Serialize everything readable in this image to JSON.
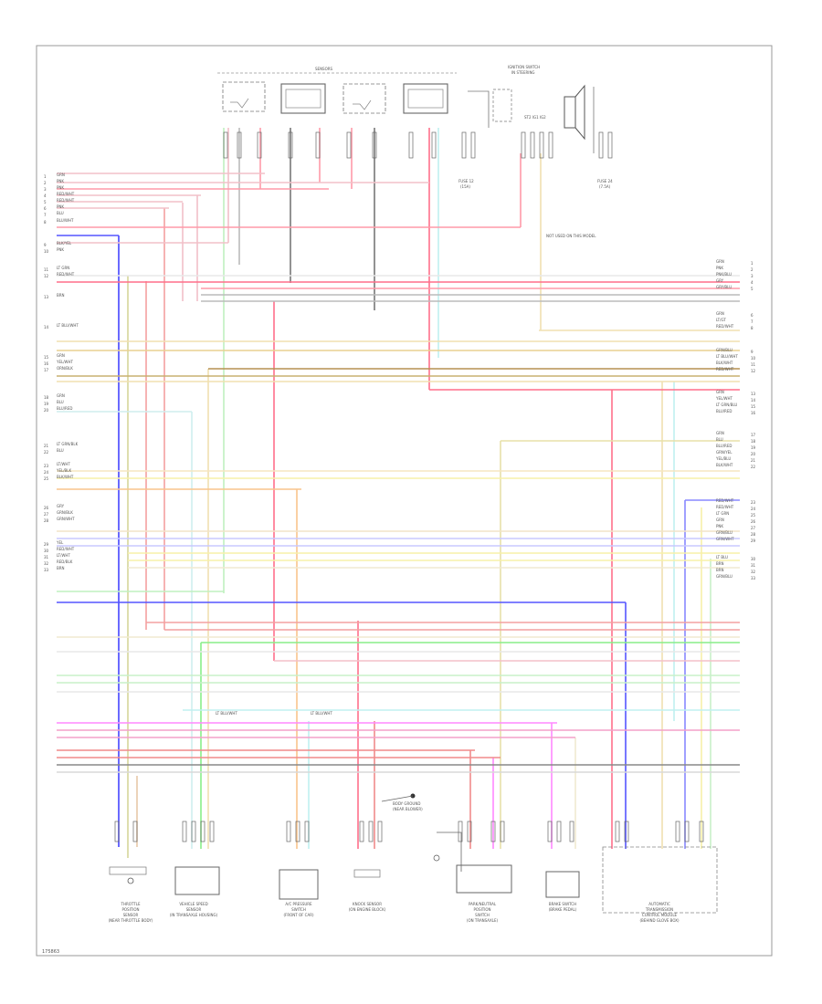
{
  "top": {
    "sensors_header": "SENSORS",
    "switch_header": "IGNITION SWITCH",
    "switch_sub": "IN STEERING",
    "switch_label_a": "ST2 IG1 IG2",
    "fuse_left": "FUSE 12",
    "fuse_left_sub": "(15A)",
    "fuse_right": "FUSE 24",
    "fuse_right_sub": "(7.5A)",
    "ground_note": "NOT USED ON THIS MODEL"
  },
  "left_wires": [
    {
      "n": "1",
      "label": "GRN",
      "color": "#f2c0c8"
    },
    {
      "n": "2",
      "label": "PNK",
      "color": "#f2c0c8"
    },
    {
      "n": "3",
      "label": "PNK",
      "color": "#f2c0c8"
    },
    {
      "n": "4",
      "label": "RED/WHT",
      "color": "#f2c0c8"
    },
    {
      "n": "5",
      "label": "RED/WHT",
      "color": "#f2c0c8"
    },
    {
      "n": "6",
      "label": "PNK",
      "color": "#f2c0c8"
    },
    {
      "n": "7",
      "label": "BLU",
      "color": "#4444ff"
    },
    {
      "n": "8",
      "label": "BLU/WHT",
      "color": "#f2c0c8"
    },
    {
      "n": "9",
      "label": "BLK/YEL",
      "color": "#d6d69a"
    },
    {
      "n": "10",
      "label": "PNK",
      "color": "#f2c0c8"
    },
    {
      "n": "11",
      "label": "LT GRN",
      "color": "#e7d0a0"
    },
    {
      "n": "12",
      "label": "RED/WHT",
      "color": "#e7d0a0"
    },
    {
      "n": "13",
      "label": "BRN",
      "color": "#c8b070"
    },
    {
      "n": "14",
      "label": "LT BLU/WHT",
      "color": "#cfeeee"
    },
    {
      "n": "15",
      "label": "GRN",
      "color": "#f5e6c0"
    },
    {
      "n": "16",
      "label": "YEL/WHT",
      "color": "#f7f0a8"
    },
    {
      "n": "17",
      "label": "ORN/BLK",
      "color": "#f9c48c"
    },
    {
      "n": "18",
      "label": "GRN",
      "color": "#f2e3c8"
    },
    {
      "n": "19",
      "label": "BLU",
      "color": "#c8c8ff"
    },
    {
      "n": "20",
      "label": "BLU/RED",
      "color": "#c8c8ff"
    },
    {
      "n": "21",
      "label": "LT GRN/BLK",
      "color": "#bff0bf"
    },
    {
      "n": "22",
      "label": "BLU",
      "color": "#5555ff"
    },
    {
      "n": "23",
      "label": "LT/WHT",
      "color": "#f0ead0"
    },
    {
      "n": "24",
      "label": "YEL/BLK",
      "color": "#f0ead0"
    },
    {
      "n": "25",
      "label": "BLK/WHT",
      "color": "#f5c8b8"
    },
    {
      "n": "26",
      "label": "GRY",
      "color": "#d8d8d8"
    },
    {
      "n": "27",
      "label": "GRN/BLK",
      "color": "#c8f0c8"
    },
    {
      "n": "28",
      "label": "GRN/WHT",
      "color": "#c8f0c8"
    },
    {
      "n": "29",
      "label": "YEL",
      "color": "#ff88ff"
    },
    {
      "n": "30",
      "label": "RED/WHT",
      "color": "#f4a0c8"
    },
    {
      "n": "31",
      "label": "LT/WHT",
      "color": "#f4a0c8"
    },
    {
      "n": "32",
      "label": "RED/BLK",
      "color": "#f08a8a"
    },
    {
      "n": "33",
      "label": "BRN",
      "color": "#888888"
    }
  ],
  "right_wires": [
    {
      "n": "1",
      "label": "GRN",
      "color": "#e0e0e0"
    },
    {
      "n": "2",
      "label": "PNK",
      "color": "#ff6f8a"
    },
    {
      "n": "3",
      "label": "PNK/BLU",
      "color": "#ff9aa8"
    },
    {
      "n": "4",
      "label": "GRY",
      "color": "#bbbbbb"
    },
    {
      "n": "5",
      "label": "GRY/BLU",
      "color": "#bbbbbb"
    },
    {
      "n": "6",
      "label": "GRN",
      "color": "#f0e0b0"
    },
    {
      "n": "7",
      "label": "LT/GT",
      "color": "#f0e0b0"
    },
    {
      "n": "8",
      "label": "RED/WHT",
      "color": "#e8d090"
    },
    {
      "n": "9",
      "label": "GRN/BLU",
      "color": "#b59050"
    },
    {
      "n": "10",
      "label": "LT BLU/WHT",
      "color": "#c0f0f0"
    },
    {
      "n": "11",
      "label": "BLK/WHT",
      "color": "#e8e0a8"
    },
    {
      "n": "12",
      "label": "RED/WHT",
      "color": "#e8e0a8"
    },
    {
      "n": "13",
      "label": "GRN",
      "color": "#f5e6c0"
    },
    {
      "n": "14",
      "label": "YEL/WHT",
      "color": "#f7f0a8"
    },
    {
      "n": "15",
      "label": "LT GRN/BLU",
      "color": "#c8f0c8"
    },
    {
      "n": "16",
      "label": "BLU/RED",
      "color": "#8888ff"
    },
    {
      "n": "17",
      "label": "GRN",
      "color": "#f2e3c8"
    },
    {
      "n": "18",
      "label": "BLU",
      "color": "#c8c8ff"
    },
    {
      "n": "19",
      "label": "BLU/RED",
      "color": "#c8c8ff"
    },
    {
      "n": "20",
      "label": "GRN/YEL",
      "color": "#f7f0a8"
    },
    {
      "n": "21",
      "label": "YEL/BLU",
      "color": "#f7f0a8"
    },
    {
      "n": "22",
      "label": "BLK/WHT",
      "color": "#f0ead0"
    },
    {
      "n": "23",
      "label": "RED/WHT",
      "color": "#f4a0a0"
    },
    {
      "n": "24",
      "label": "RED/WHT",
      "color": "#f4a0a0"
    },
    {
      "n": "25",
      "label": "LT GRN",
      "color": "#88ee88"
    },
    {
      "n": "26",
      "label": "GRN",
      "color": "#e8e8e8"
    },
    {
      "n": "27",
      "label": "PNK",
      "color": "#f4c0c8"
    },
    {
      "n": "28",
      "label": "GRN/BLU",
      "color": "#c8f0c8"
    },
    {
      "n": "29",
      "label": "GRN/WHT",
      "color": "#c8f0c8"
    },
    {
      "n": "30",
      "label": "LT BLU",
      "color": "#c0f0f0"
    },
    {
      "n": "31",
      "label": "BRN",
      "color": "#d8d8d8"
    },
    {
      "n": "32",
      "label": "BRN",
      "color": "#888888"
    },
    {
      "n": "33",
      "label": "GRN/BLU",
      "color": "#d8d8d8"
    }
  ],
  "mid_labels": {
    "ltblu_a": "LT BLU/WHT",
    "ltblu_b": "LT BLU/WHT",
    "ground_top": "BODY GROUND",
    "ground_top_sub": "(NEAR BLOWER)"
  },
  "components": [
    {
      "title": "THROTTLE POSITION SENSOR",
      "sub": "(NEAR THROTTLE BODY)"
    },
    {
      "title": "VEHICLE SPEED SENSOR",
      "sub": "(IN TRANSAXLE HOUSING)"
    },
    {
      "title": "A/C PRESSURE SWITCH",
      "sub": "(FRONT OF CAR)"
    },
    {
      "title": "KNOCK SENSOR",
      "sub": "(ON ENGINE BLOCK)"
    },
    {
      "title": "PARK/NEUTRAL POSITION SWITCH",
      "sub": "(ON TRANSAXLE)"
    },
    {
      "title": "BRAKE SWITCH",
      "sub": "(BRAKE PEDAL)"
    },
    {
      "title": "AUTOMATIC TRANSMISSION CONTROL MODULE",
      "sub": "(BEHIND GLOVE BOX)"
    }
  ],
  "footer_code": "175863"
}
